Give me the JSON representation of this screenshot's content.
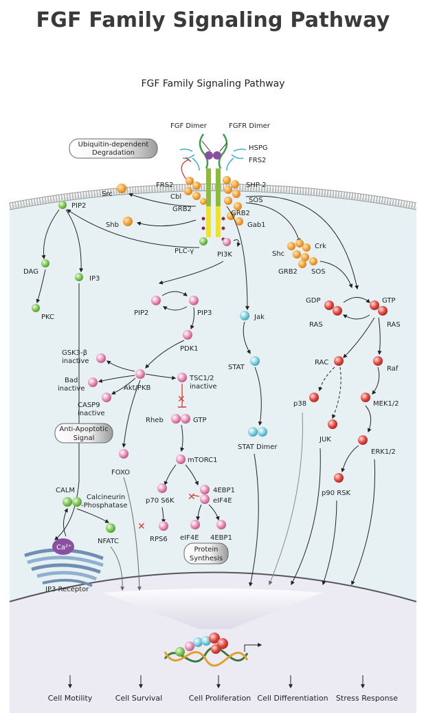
{
  "title": "FGF Family Signaling Pathway",
  "subtitle": "FGF Family Signaling Pathway",
  "colors": {
    "orange": "#f2a23a",
    "green": "#7dc456",
    "pink": "#e68db3",
    "red": "#e0473f",
    "cyan": "#7ccfe0",
    "purple": "#8a4fa0",
    "receptor_green": "#8cbc3a",
    "receptor_yellow": "#efe227",
    "cell_bg": "#e7f1f3",
    "nucleus_bg": "#ecebf3"
  },
  "receptor": {
    "ligand": "FGF Dimer",
    "receptor": "FGFR Dimer",
    "hspg": "HSPG",
    "frs2_right": "FRS2",
    "frs2_left": "FRS2",
    "cbl": "Cbl",
    "shp2": "SHP-2",
    "sos": "SOS",
    "grb2_left": "GRB2",
    "grb2_right": "GRB2",
    "gab1": "Gab1",
    "plc": "PLC-γ",
    "pi3k": "PI3K",
    "src": "Src",
    "shb": "Shb"
  },
  "boxes": {
    "ubiquitin": [
      "Ubiquitin-dependent",
      "Degradation"
    ],
    "anti_apoptotic": [
      "Anti-Apoptotic",
      "Signal"
    ],
    "protein_synthesis": [
      "Protein",
      "Synthesis"
    ]
  },
  "plc_branch": {
    "pip2": "PIP2",
    "dag": "DAG",
    "ip3": "IP3",
    "pkc": "PKC",
    "calm": "CALM",
    "calcineurin": [
      "Calcineurin",
      "-Phosphatase"
    ],
    "nfatc": "NFATC",
    "ca": "Ca²⁺",
    "ip3_receptor": "IP3 Receptor"
  },
  "pi3k_branch": {
    "pip2": "PIP2",
    "pip3": "PIP3",
    "pdk1": "PDK1",
    "gsk3b": [
      "GSK3-β",
      "inactive"
    ],
    "bad": [
      "Bad",
      "inactive"
    ],
    "casp9": [
      "CASP9",
      "inactive"
    ],
    "akt": "Akt/PKB",
    "tsc": [
      "TSC1/2",
      "inactive"
    ],
    "rheb": "Rheb",
    "gtp": "GTP",
    "foxo": "FOXO",
    "mtorc1": "mTORC1",
    "p70s6k": "p70 S6K",
    "rps6": "RPS6",
    "ebp1_top": "4EBP1",
    "eif4e_top": "eIF4E",
    "eif4e": "eIF4E",
    "ebp1": "4EBP1"
  },
  "jak_branch": {
    "jak": "Jak",
    "stat": "STAT",
    "stat_dimer": "STAT Dimer"
  },
  "adaptor": {
    "shc": "Shc",
    "crk": "Crk",
    "grb2": "GRB2",
    "sos": "SOS"
  },
  "ras_branch": {
    "gdp": "GDP",
    "gtp": "GTP",
    "ras_left": "RAS",
    "ras_right": "RAS",
    "rac": "RAC",
    "raf": "Raf",
    "p38": "p38",
    "mek": "MEK1/2",
    "juk": "JUK",
    "erk": "ERK1/2",
    "p90rsk": "p90 RSK"
  },
  "outcomes": [
    "Cell Motility",
    "Cell Survival",
    "Cell Proliferation",
    "Cell Differentiation",
    "Stress Response"
  ]
}
